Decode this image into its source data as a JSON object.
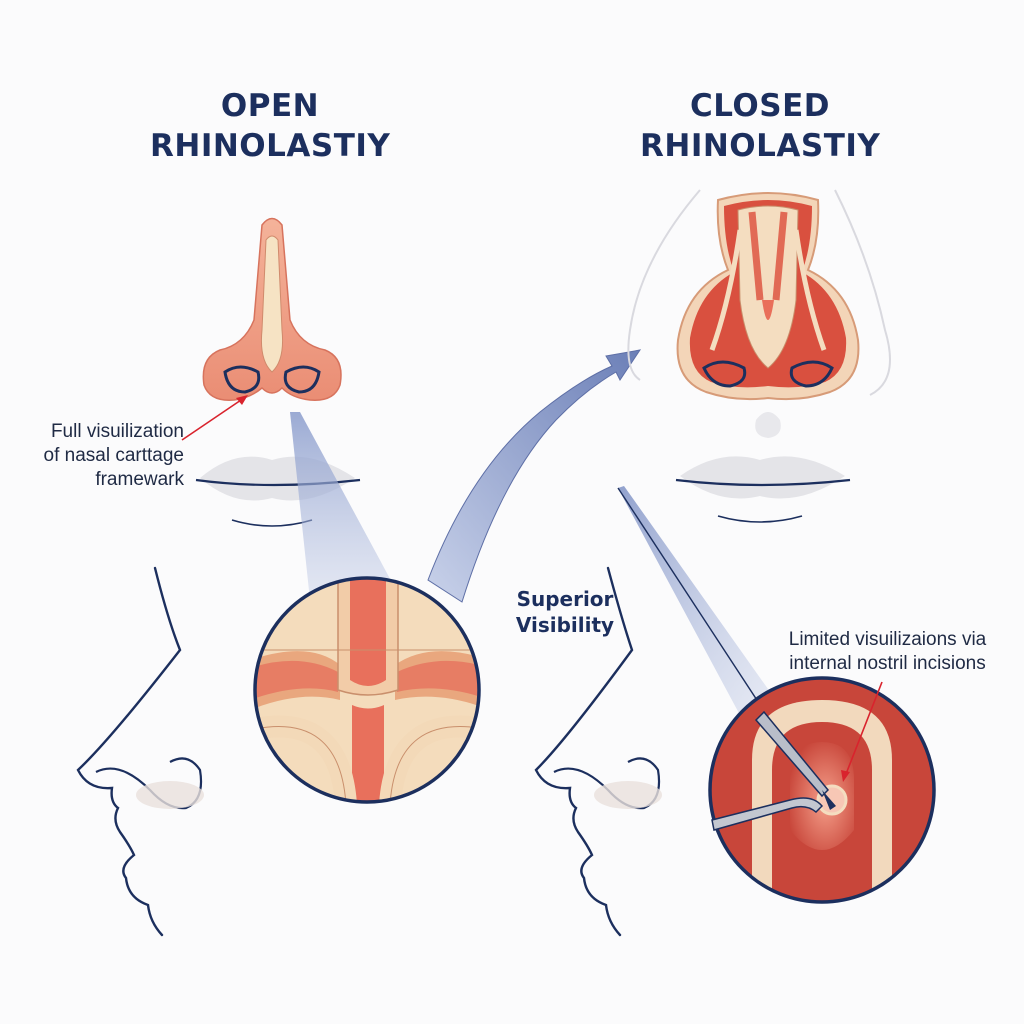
{
  "colors": {
    "navy": "#1c2f5e",
    "tissue": "#e98a72",
    "tissue_dark": "#c94b3e",
    "cartilage": "#f3dcc0",
    "callout_red": "#d9232d",
    "arrow_blue": "#7d8fc0"
  },
  "panels": {
    "open": {
      "title_line1": "OPEN",
      "title_line2": "RHINOLASTIY",
      "annotation_lines": [
        "Full visuilization",
        "of nasal carttage",
        "framewark"
      ]
    },
    "closed": {
      "title_line1": "CLOSED",
      "title_line2": "RHINOLASTIY",
      "annotation_lines": [
        "Limited visuilizaions via",
        "internal nostril incisions"
      ]
    }
  },
  "transition": {
    "label_lines": [
      "Superior",
      "Visibility"
    ]
  },
  "icons": [
    "nose-front-icon",
    "lips-icon",
    "profile-face-icon",
    "magnifier-circle-icon",
    "surgical-instrument-icon",
    "arrow-icon"
  ]
}
